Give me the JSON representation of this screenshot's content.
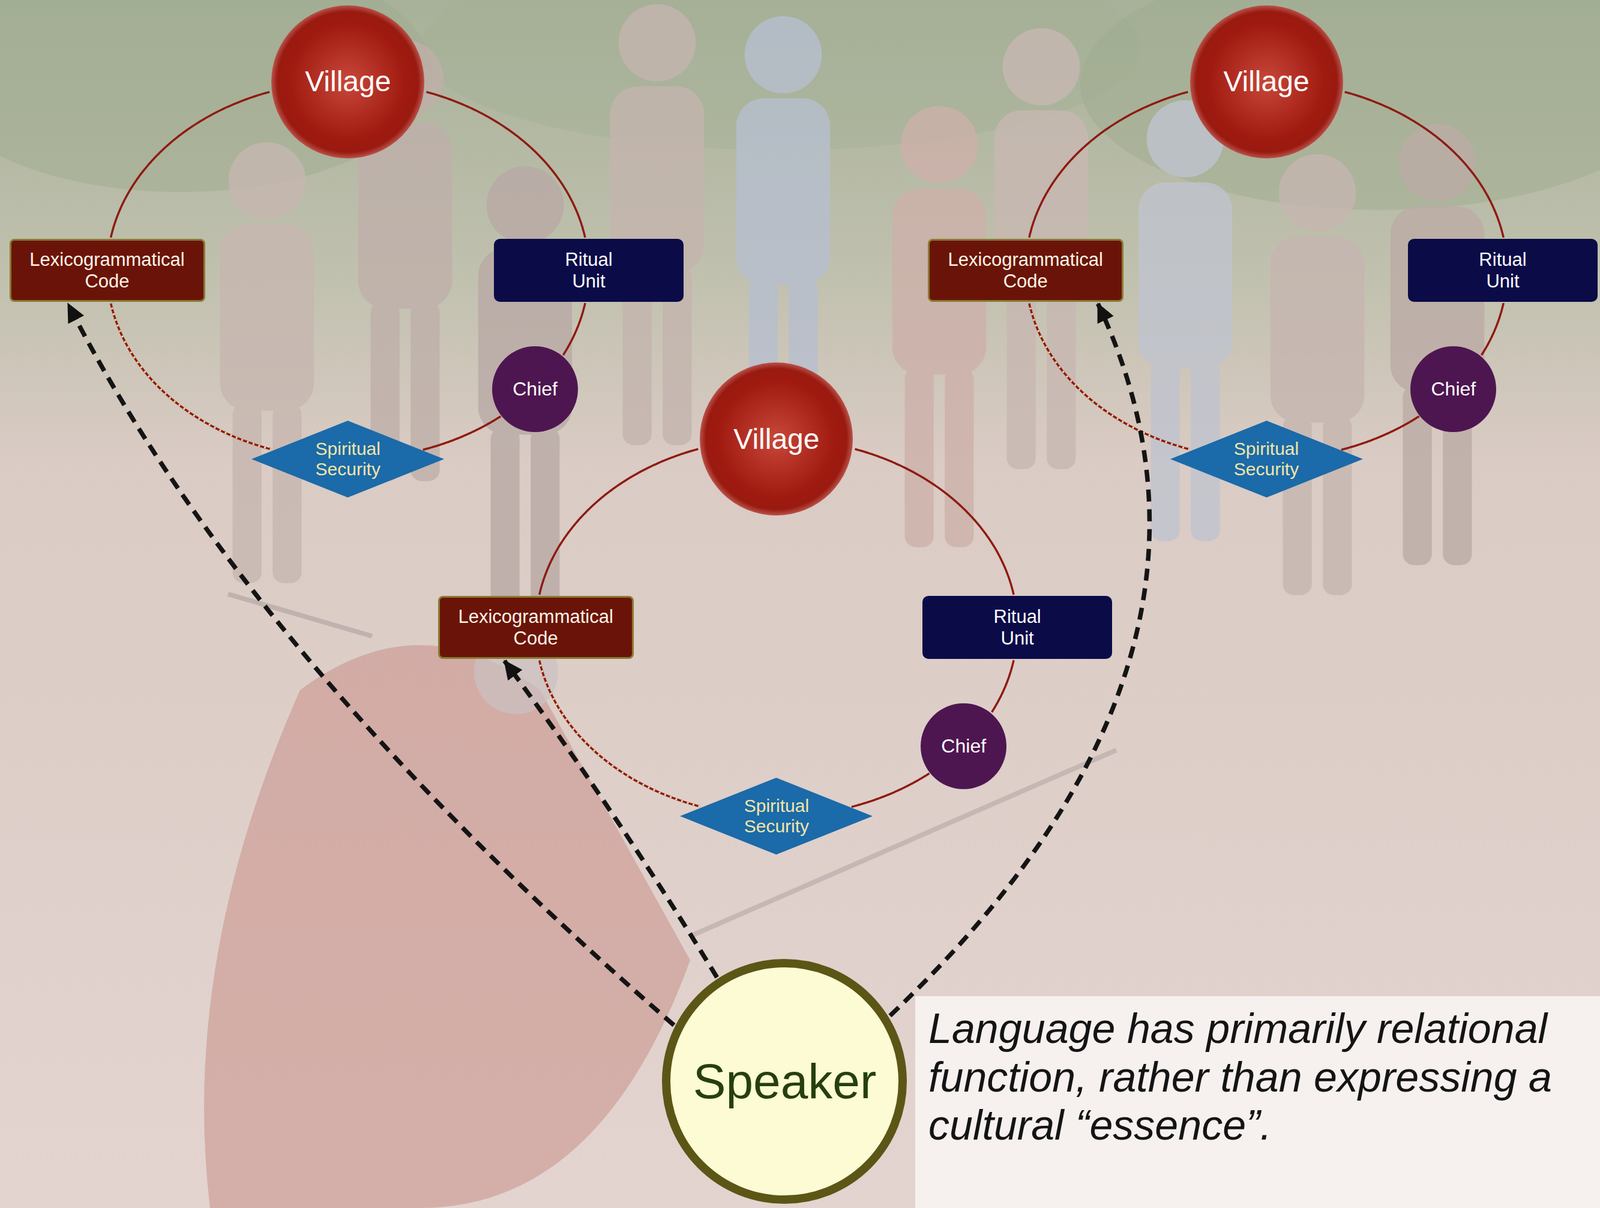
{
  "diagram": {
    "caption": "Language has primarily relational function, rather than expressing a cultural “essence”.",
    "nodes": [
      {
        "text": [
          "Village"
        ]
      },
      {
        "text": [
          "Lexicogrammatical Code"
        ]
      },
      {
        "text": [
          "Ritual Unit"
        ]
      },
      {
        "text": [
          "Chief"
        ]
      },
      {
        "text": [
          "Spiritual Security"
        ]
      },
      {
        "text": [
          "Village"
        ]
      },
      {
        "text": [
          "Lexicogrammatical Code"
        ]
      },
      {
        "text": [
          "Ritual Unit"
        ]
      },
      {
        "text": [
          "Chief"
        ]
      },
      {
        "text": [
          "Spiritual Security"
        ]
      },
      {
        "text": [
          "Village"
        ]
      },
      {
        "text": [
          "Lexicogrammatical Code"
        ]
      },
      {
        "text": [
          "Ritual Unit"
        ]
      },
      {
        "text": [
          "Chief"
        ]
      },
      {
        "text": [
          "Spiritual Security"
        ]
      },
      {
        "text": [
          "Speaker"
        ]
      }
    ],
    "edges": [
      {
        "from": 0,
        "to": 2,
        "arrow": "none"
      },
      {
        "from": 2,
        "to": 3,
        "arrow": "none"
      },
      {
        "from": 3,
        "to": 4,
        "arrow": "none"
      },
      {
        "from": 4,
        "to": 1,
        "arrow": "none"
      },
      {
        "from": 1,
        "to": 0,
        "arrow": "none"
      },
      {
        "from": 5,
        "to": 7,
        "arrow": "none"
      },
      {
        "from": 7,
        "to": 8,
        "arrow": "none"
      },
      {
        "from": 8,
        "to": 9,
        "arrow": "none"
      },
      {
        "from": 9,
        "to": 6,
        "arrow": "none"
      },
      {
        "from": 6,
        "to": 5,
        "arrow": "none"
      },
      {
        "from": 10,
        "to": 12,
        "arrow": "none"
      },
      {
        "from": 12,
        "to": 13,
        "arrow": "none"
      },
      {
        "from": 13,
        "to": 14,
        "arrow": "none"
      },
      {
        "from": 14,
        "to": 11,
        "arrow": "none"
      },
      {
        "from": 11,
        "to": 10,
        "arrow": "none"
      },
      {
        "from": 15,
        "to": 1,
        "arrow": "to"
      },
      {
        "from": 15,
        "to": 11,
        "arrow": "to"
      },
      {
        "from": 15,
        "to": 6,
        "arrow": "to"
      }
    ]
  }
}
